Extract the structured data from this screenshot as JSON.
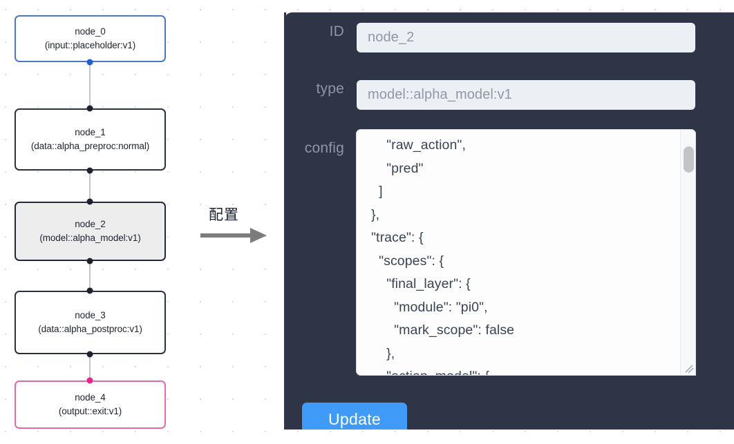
{
  "graph": {
    "nodes": [
      {
        "id": "node_0",
        "type": "(input::placeholder:v1)",
        "label": "node_0\n(input::placeholder:v1)",
        "state": "accent-blue"
      },
      {
        "id": "node_1",
        "type": "(data::alpha_preproc:normal)",
        "label": "node_1\n(data::alpha_preproc:normal)",
        "state": "default"
      },
      {
        "id": "node_2",
        "type": "(model::alpha_model:v1)",
        "label": "node_2\n(model::alpha_model:v1)",
        "state": "selected"
      },
      {
        "id": "node_3",
        "type": "(data::alpha_postproc:v1)",
        "label": "node_3\n(data::alpha_postproc:v1)",
        "state": "default"
      },
      {
        "id": "node_4",
        "type": "(output::exit:v1)",
        "label": "node_4\n(output::exit:v1)",
        "state": "accent-pink"
      }
    ],
    "edges": [
      {
        "from": "node_0",
        "to": "node_1"
      },
      {
        "from": "node_1",
        "to": "node_2"
      },
      {
        "from": "node_2",
        "to": "node_3"
      },
      {
        "from": "node_3",
        "to": "node_4"
      }
    ],
    "colors": {
      "input_accent": "#4a76c8",
      "output_accent": "#e569a8",
      "default_border": "#2b3040",
      "selected_fill": "#ededed",
      "edge": "#c6c6c6",
      "port_dot": "#1e2230",
      "port_dot_input": "#1f5fd0",
      "port_dot_output": "#e8238a"
    }
  },
  "annotation": {
    "label": "配置",
    "arrow_color": "#7c7c7c"
  },
  "panel": {
    "background": "#2d3546",
    "fields": {
      "id": {
        "label": "ID",
        "value": "node_2"
      },
      "type": {
        "label": "type",
        "value": "model::alpha_model:v1"
      },
      "config": {
        "label": "config",
        "value": "      \"raw_action\",\n      \"pred\"\n    ]\n  },\n  \"trace\": {\n    \"scopes\": {\n      \"final_layer\": {\n        \"module\": \"pi0\",\n        \"mark_scope\": false\n      },\n      \"action_model\": {"
      }
    },
    "update_button": {
      "label": "Update",
      "color": "#3f9bf7"
    }
  }
}
